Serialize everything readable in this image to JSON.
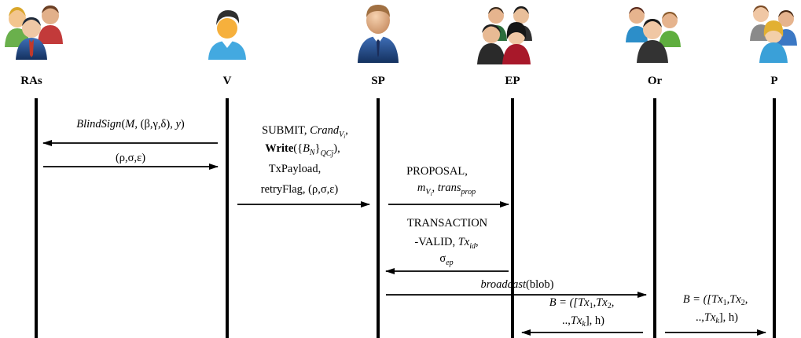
{
  "actors": [
    {
      "id": "ras",
      "name": "RAs",
      "icon": "group-of-three-users-icon"
    },
    {
      "id": "v",
      "name": "V",
      "icon": "single-user-icon"
    },
    {
      "id": "sp",
      "name": "SP",
      "icon": "business-user-icon"
    },
    {
      "id": "ep",
      "name": "EP",
      "icon": "group-of-four-users-icon"
    },
    {
      "id": "or",
      "name": "Or",
      "icon": "group-of-three-users-icon"
    },
    {
      "id": "p",
      "name": "P",
      "icon": "group-of-three-users-icon"
    }
  ],
  "messages": {
    "blindsign": {
      "func": "BlindSign",
      "open": "(",
      "m": "M",
      "sep1": ", (",
      "beta": "β",
      "c1": ",",
      "gamma": "γ",
      "c2": ",",
      "delta": "δ",
      "close1": "), ",
      "y": "y",
      "close2": ")"
    },
    "rho_sigma_eps": "(ρ,σ,ε)",
    "submit": {
      "l1": "SUBMIT, ",
      "crand": "Crand",
      "crand_sub": "V",
      "crand_subsub": "i",
      "l1_end": ",",
      "write": "Write",
      "write_open": "({",
      "bn": "B",
      "bn_sub": "N",
      "brace_close": "}",
      "qc": "QCj",
      "write_close": "),",
      "l3": "TxPayload,",
      "l4": "retryFlag, (ρ,σ,ε)"
    },
    "proposal": {
      "l1": "PROPOSAL,",
      "m": "m",
      "m_sub": "V",
      "m_subsub": "i",
      "comma": ", ",
      "trans": "trans",
      "trans_sub": "prop"
    },
    "transaction_valid": {
      "l1": "TRANSACTION",
      "l2_pre": "-VALID, ",
      "tx": "Tx",
      "tx_sub": "id",
      "l2_end": ",",
      "sigma": "σ",
      "sigma_sub": "ep"
    },
    "broadcast": {
      "func": "broadcast",
      "arg": "(blob)"
    },
    "block": {
      "b_eq": "B = ([",
      "tx": "Tx",
      "s1": "1",
      "comma": ",",
      "s2": "2",
      "dots": "..,",
      "sk": "k",
      "end": "], h)"
    }
  },
  "colors": {
    "line": "#000000",
    "text": "#000000",
    "background": "#ffffff"
  }
}
